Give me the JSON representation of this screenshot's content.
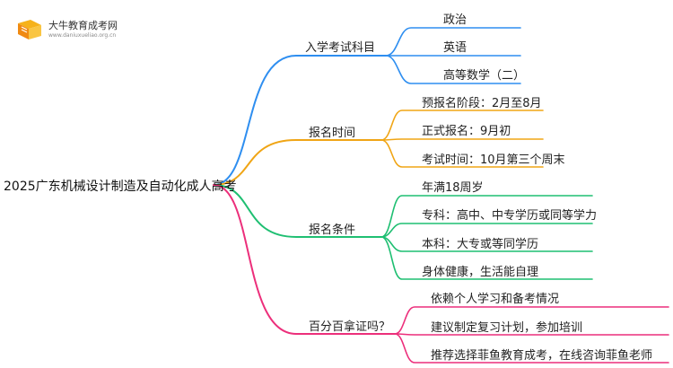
{
  "logo": {
    "title": "大牛教育成考网",
    "url": "www.daniuxueliao.org.cn"
  },
  "mindmap": {
    "root": "2025广东机械设计制造及自动化成人高考",
    "branches": [
      {
        "label": "入学考试科目",
        "color": "#2e8ef0",
        "children": [
          "政治",
          "英语",
          "高等数学（二）"
        ]
      },
      {
        "label": "报名时间",
        "color": "#f0a515",
        "children": [
          "预报名阶段：2月至8月",
          "正式报名：9月初",
          "考试时间：10月第三个周末"
        ]
      },
      {
        "label": "报名条件",
        "color": "#1fbf72",
        "children": [
          "年满18周岁",
          "专科：高中、中专学历或同等学力",
          "本科：大专或等同学历",
          "身体健康，生活能自理"
        ]
      },
      {
        "label": "百分百拿证吗？",
        "color": "#ec2f7b",
        "children": [
          "依赖个人学习和备考情况",
          "建议制定复习计划，参加培训",
          "推荐选择菲鱼教育成考，在线咨询菲鱼老师"
        ]
      }
    ]
  }
}
